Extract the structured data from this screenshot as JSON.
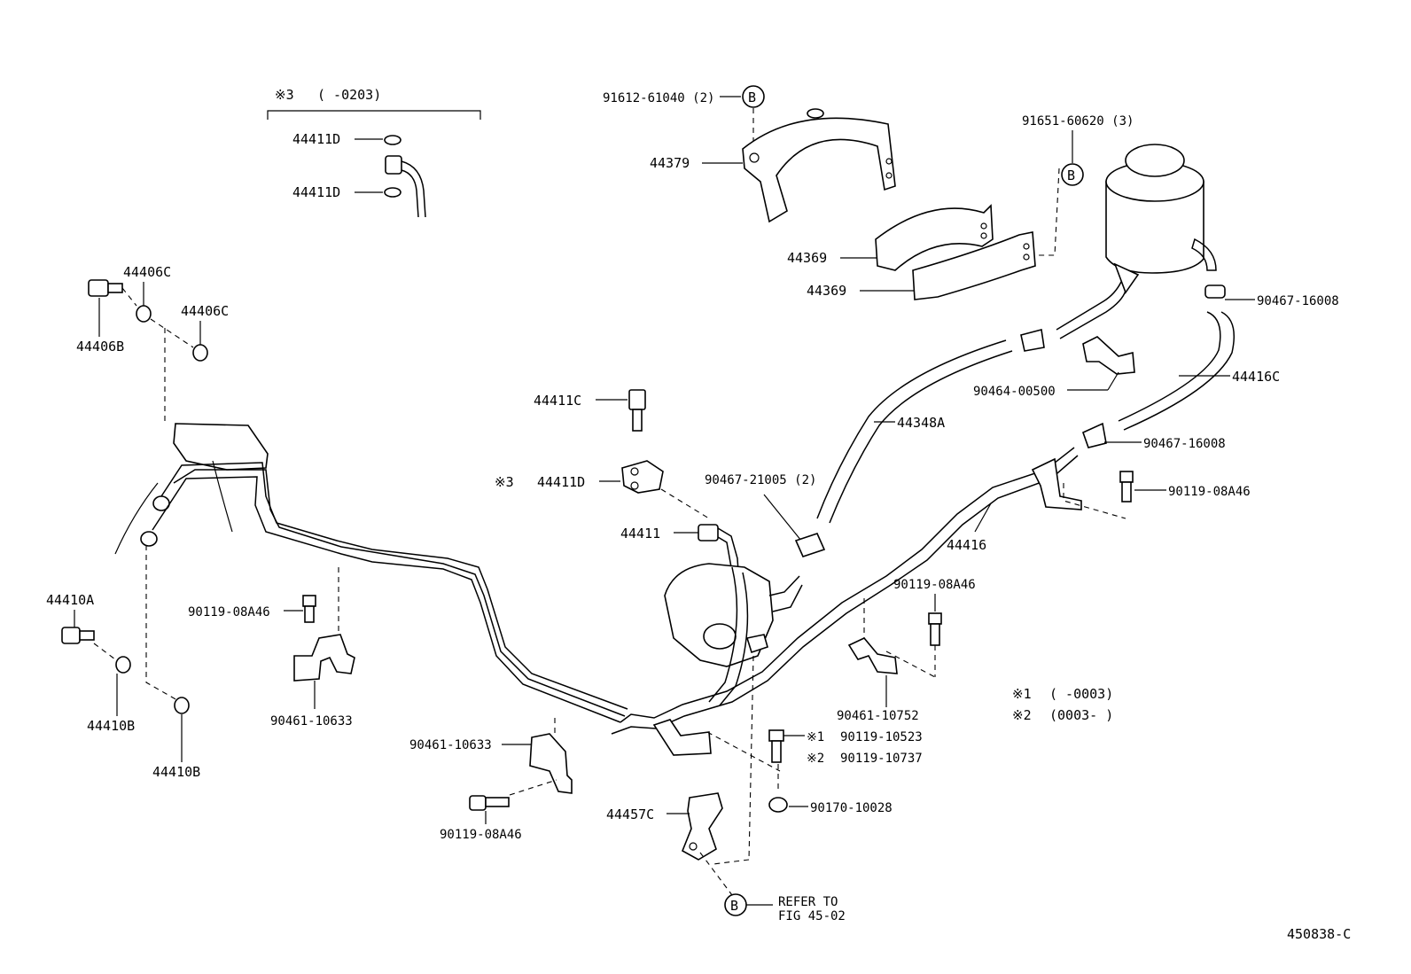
{
  "diagram_code": "450838-C",
  "inset": {
    "marker": "※3",
    "range": "(      -0203)",
    "parts": [
      "44411D",
      "44411D"
    ]
  },
  "notes": [
    {
      "marker": "※1",
      "range": "(      -0003)"
    },
    {
      "marker": "※2",
      "range": "(0003-      )"
    }
  ],
  "ref_callout": {
    "symbol": "B",
    "text_line1": "REFER TO",
    "text_line2": "FIG 45-02"
  },
  "parts": {
    "p91612": "91612-61040 (2)",
    "p44379": "44379",
    "p91651": "91651-60620 (3)",
    "p44369a": "44369",
    "p44369b": "44369",
    "p90467a": "90467-16008",
    "p90464": "90464-00500",
    "p44416c": "44416C",
    "p44348a": "44348A",
    "p90467b": "90467-16008",
    "p90467c": "90467-21005 (2)",
    "p90119a": "90119-08A46",
    "p44416": "44416",
    "p90119b": "90119-08A46",
    "p44406c1": "44406C",
    "p44406c2": "44406C",
    "p44406b": "44406B",
    "p44411c": "44411C",
    "p44411d": "44411D",
    "p44411d_marker": "※3",
    "p44411": "44411",
    "p44410a": "44410A",
    "p44410b1": "44410B",
    "p44410b2": "44410B",
    "p90119c": "90119-08A46",
    "p90461a": "90461-10633",
    "p90461b": "90461-10633",
    "p90119d": "90119-08A46",
    "p90461c": "90461-10752",
    "p90119e_marker": "※1",
    "p90119e": "90119-10523",
    "p90119f_marker": "※2",
    "p90119f": "90119-10737",
    "p90170": "90170-10028",
    "p44457c": "44457C"
  }
}
